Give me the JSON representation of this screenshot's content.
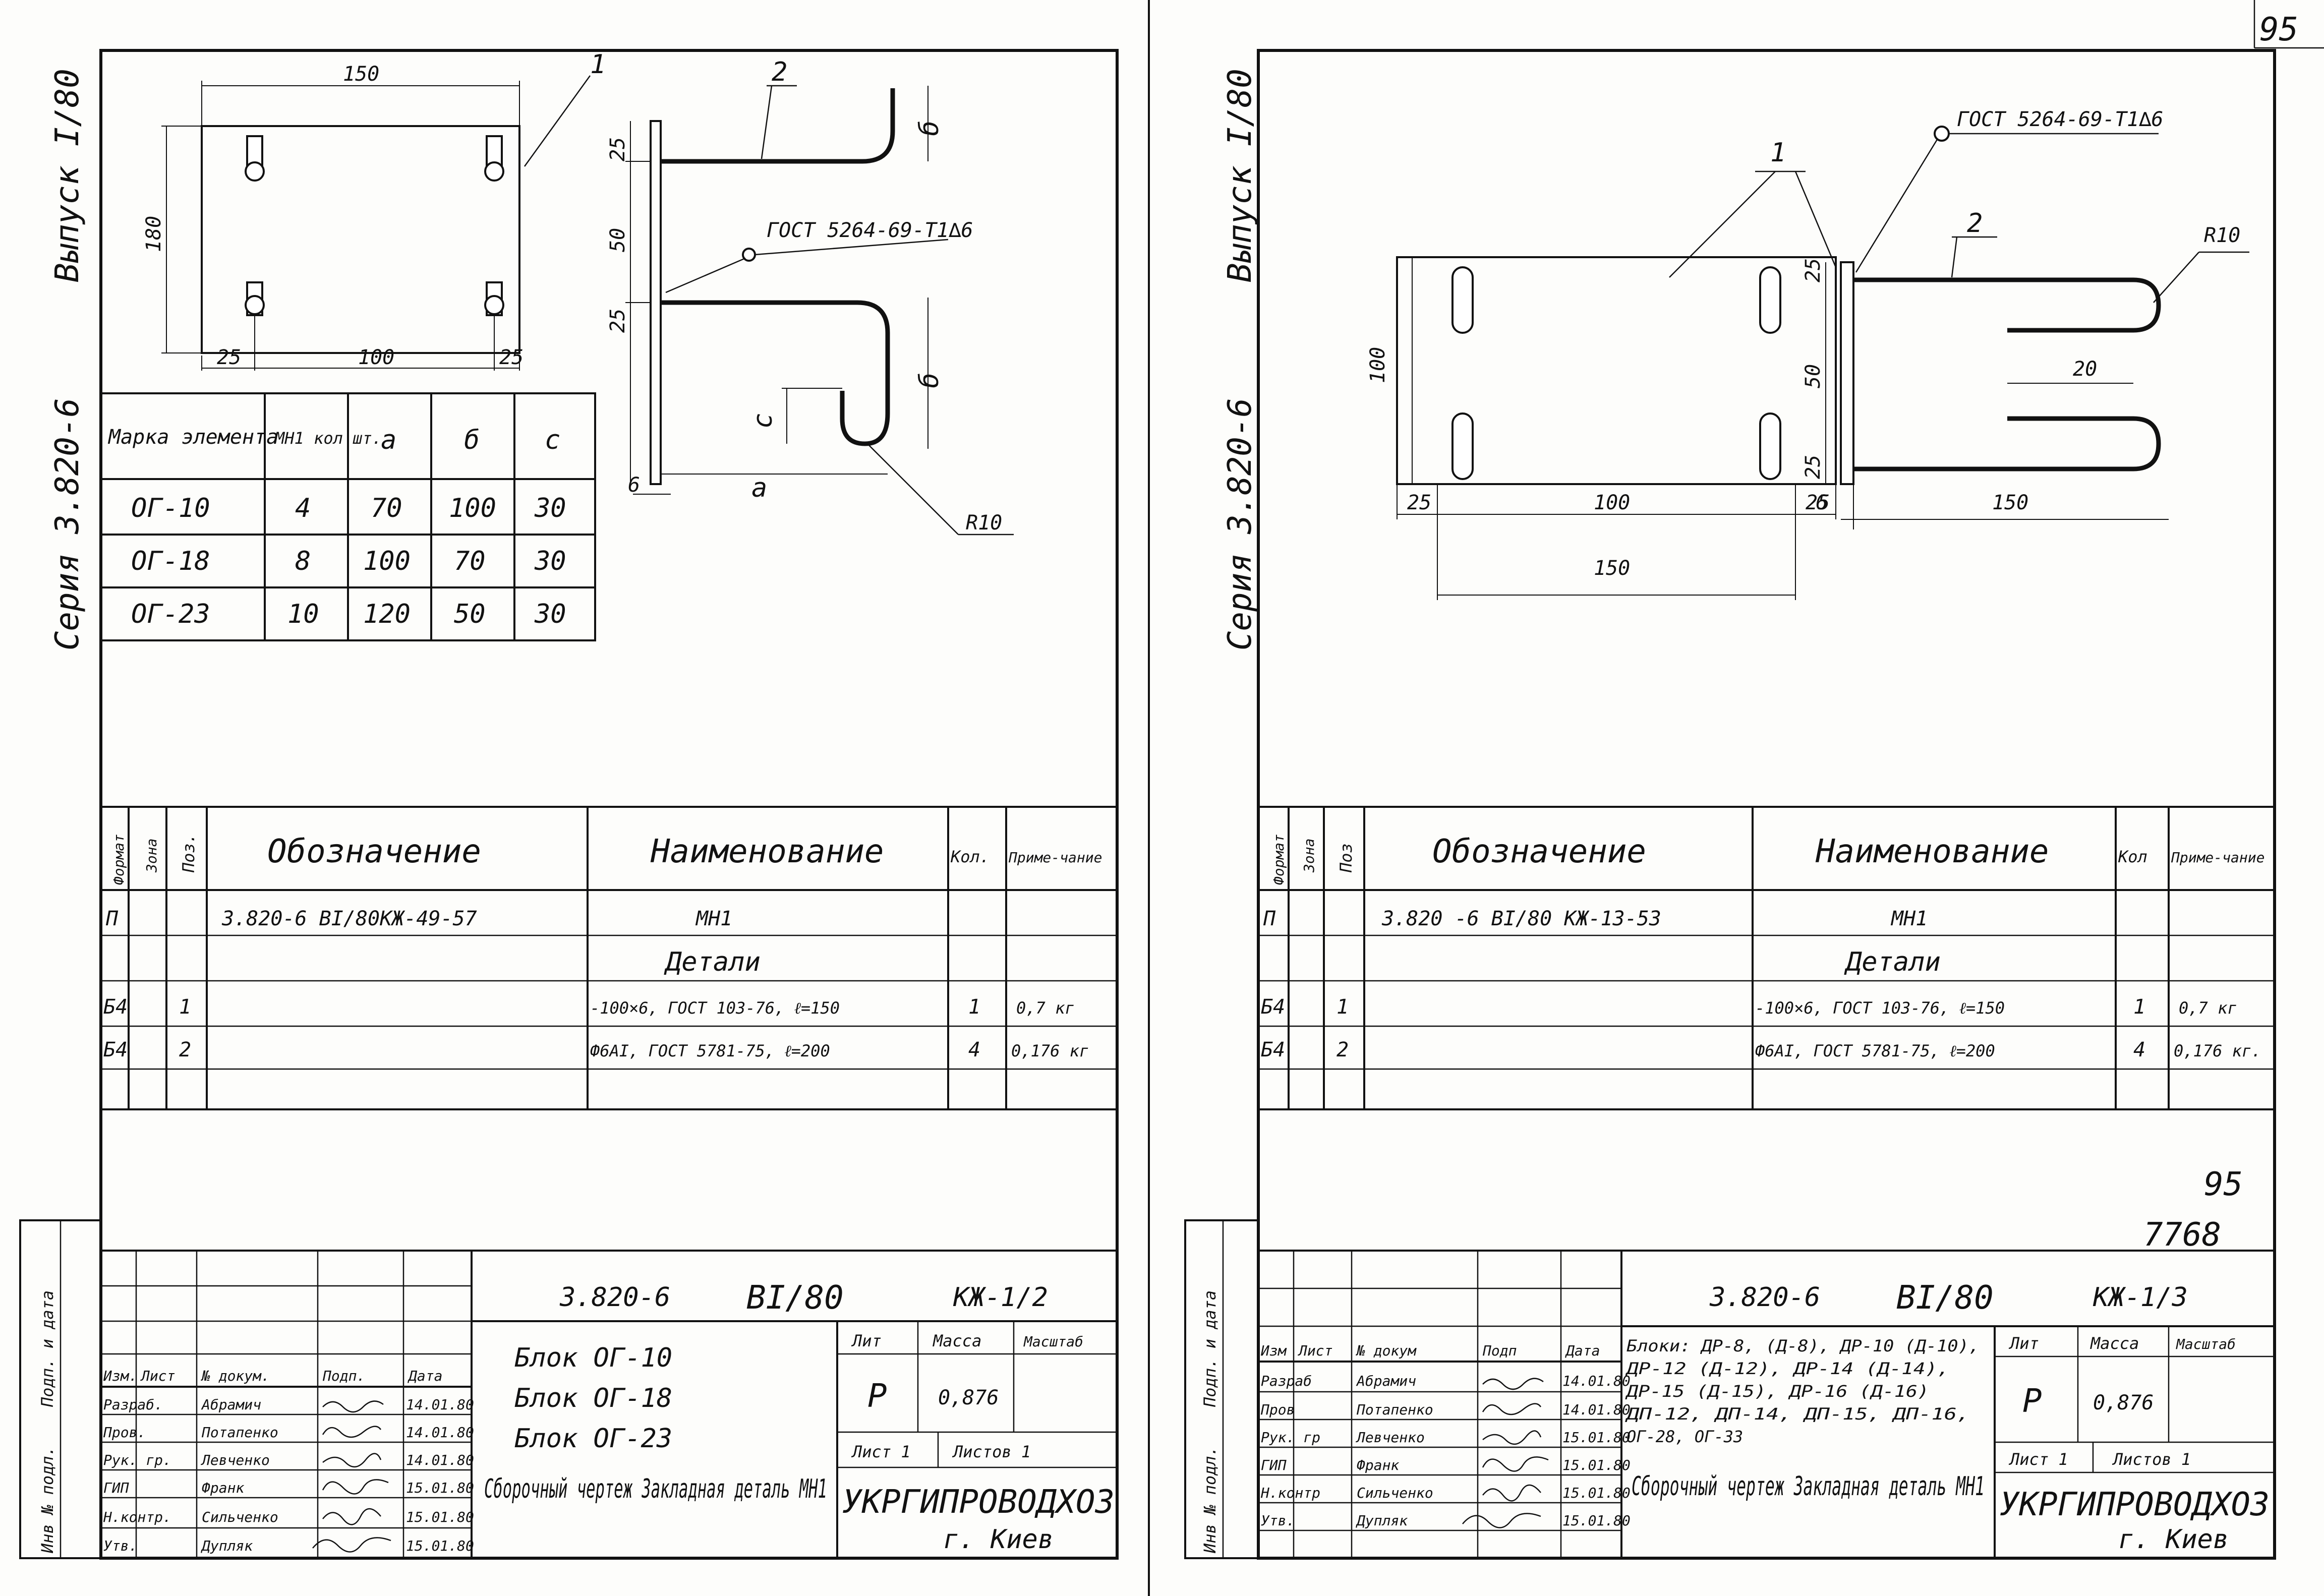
{
  "page_number": "95",
  "handwritten_number": "95",
  "archive_number": "7768",
  "left_sheet": {
    "side_labels": {
      "vypusk": "Выпуск I/80",
      "seriya": "Серия 3.820-6"
    },
    "gost": "ГОСТ 5264-69-Т1∆6",
    "plate_dims": {
      "width": "150",
      "height": "180",
      "edge_left": "25",
      "middle": "100",
      "edge_right": "25"
    },
    "rod_dims": {
      "top": "25",
      "mid": "50",
      "bottom": "25",
      "thickness": "6",
      "b": "б",
      "c": "с",
      "a": "а",
      "radius": "R10"
    },
    "callouts": [
      "1",
      "2"
    ],
    "marks_table": {
      "headers": [
        "Марка элемента",
        "МН1 кол шт.",
        "а",
        "б",
        "с"
      ],
      "rows": [
        [
          "ОГ-10",
          "4",
          "70",
          "100",
          "30"
        ],
        [
          "ОГ-18",
          "8",
          "100",
          "70",
          "30"
        ],
        [
          "ОГ-23",
          "10",
          "120",
          "50",
          "30"
        ]
      ]
    },
    "spec": {
      "headers": [
        "Формат",
        "Зона",
        "Поз.",
        "Обозначение",
        "Наименование",
        "Кол.",
        "Приме-чание"
      ],
      "rows": [
        [
          "П",
          "",
          "",
          "3.820-6   ВI/80КЖ-49-57",
          "МН1",
          "",
          ""
        ],
        [
          "",
          "",
          "",
          "",
          "Детали",
          "",
          ""
        ],
        [
          "Б4",
          "",
          "1",
          "",
          "-100×6, ГОСТ 103-76, ℓ=150",
          "1",
          "0,7 кг"
        ],
        [
          "Б4",
          "",
          "2",
          "",
          "Ф6АI, ГОСТ 5781-75, ℓ=200",
          "4",
          "0,176 кг"
        ]
      ]
    },
    "title_block": {
      "code": "3.820-6",
      "issue": "ВI/80",
      "sheet_code": "КЖ-1/2",
      "blocks": [
        "Блок ОГ-10",
        "Блок ОГ-18",
        "Блок ОГ-23"
      ],
      "doc_title": "Сборочный чертеж Закладная деталь МН1",
      "lit_headers": [
        "Лит",
        "Масса",
        "Масштаб"
      ],
      "lit": "Р",
      "mass": "0,876",
      "sheet": "Лист 1",
      "sheets": "Листов 1",
      "org": "УКРГИПРОВОДХОЗ",
      "city": "г. Киев",
      "sign_headers": [
        "Изм.",
        "Лист",
        "№ докум.",
        "Подп.",
        "Дата"
      ],
      "roles": [
        [
          "Разраб.",
          "Абрамич",
          "14.01.80"
        ],
        [
          "Пров.",
          "Потапенко",
          "14.01.80"
        ],
        [
          "Рук. гр.",
          "Левченко",
          "14.01.80"
        ],
        [
          "ГИП",
          "Франк",
          "15.01.80"
        ],
        [
          "Н.контр.",
          "Сильченко",
          "15.01.80"
        ],
        [
          "Утв.",
          "Дупляк",
          "15.01.80"
        ]
      ],
      "side_stamp": [
        "Инв № подл.",
        "Подп. и дата"
      ]
    }
  },
  "right_sheet": {
    "side_labels": {
      "vypusk": "Выпуск I/80",
      "seriya": "Серия 3.820-6"
    },
    "gost": "ГОСТ 5264-69-Т1∆6",
    "plate_dims": {
      "height": "100",
      "edge_left": "25",
      "middle": "100",
      "edge_right": "25",
      "width": "150",
      "thickness": "6"
    },
    "rod_dims": {
      "top": "25",
      "mid": "50",
      "bottom": "25",
      "length": "150",
      "loop": "20",
      "radius": "R10"
    },
    "callouts": [
      "1",
      "2"
    ],
    "spec": {
      "headers": [
        "Формат",
        "Зона",
        "Поз",
        "Обозначение",
        "Наименование",
        "Кол",
        "Приме-чание"
      ],
      "rows": [
        [
          "П",
          "",
          "",
          "3.820 -6  ВI/80 КЖ-13-53",
          "МН1",
          "",
          ""
        ],
        [
          "",
          "",
          "",
          "",
          "Детали",
          "",
          ""
        ],
        [
          "Б4",
          "",
          "1",
          "",
          "-100×6, ГОСТ 103-76, ℓ=150",
          "1",
          "0,7 кг"
        ],
        [
          "Б4",
          "",
          "2",
          "",
          "Ф6АI, ГОСТ 5781-75, ℓ=200",
          "4",
          "0,176 кг."
        ]
      ]
    },
    "title_block": {
      "code": "3.820-6",
      "issue": "ВI/80",
      "sheet_code": "КЖ-1/3",
      "blocks": [
        "Блоки: ДР-8, (Д-8), ДР-10 (Д-10),",
        "ДР-12 (Д-12), ДР-14 (Д-14),",
        "ДР-15 (Д-15), ДР-16 (Д-16)",
        "ДП-12, ДП-14, ДП-15, ДП-16,",
        "ОГ-28, ОГ-33"
      ],
      "doc_title": "Сборочный чертеж Закладная деталь МН1",
      "lit_headers": [
        "Лит",
        "Масса",
        "Масштаб"
      ],
      "lit": "Р",
      "mass": "0,876",
      "sheet": "Лист 1",
      "sheets": "Листов 1",
      "org": "УКРГИПРОВОДХОЗ",
      "city": "г. Киев",
      "sign_headers": [
        "Изм",
        "Лист",
        "№ докум",
        "Подп",
        "Дата"
      ],
      "roles": [
        [
          "Разраб",
          "Абрамич",
          "14.01.80"
        ],
        [
          "Пров",
          "Потапенко",
          "14.01.80"
        ],
        [
          "Рук. гр",
          "Левченко",
          "15.01.80"
        ],
        [
          "ГИП",
          "Франк",
          "15.01.80"
        ],
        [
          "Н.контр",
          "Сильченко",
          "15.01.80"
        ],
        [
          "Утв.",
          "Дупляк",
          "15.01.80"
        ]
      ],
      "side_stamp": [
        "Инв № подл.",
        "Подп. и дата"
      ]
    }
  }
}
